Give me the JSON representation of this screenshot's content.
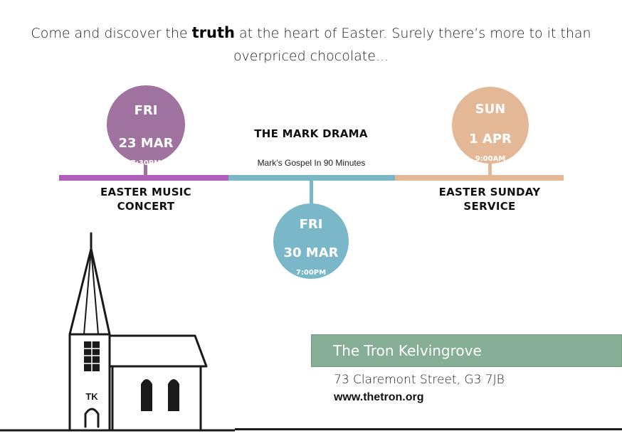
{
  "intro": {
    "before": "Come and discover the ",
    "highlight": "truth",
    "after": " at the heart of Easter. Surely there’s more to it than overpriced chocolate..."
  },
  "events": [
    {
      "day": "FRI",
      "date": "23 MAR",
      "time": "7:30PM",
      "title": "EASTER MUSIC CONCERT",
      "color": "#a0729f"
    },
    {
      "day": "FRI",
      "date": "30 MAR",
      "time": "7:00PM",
      "title": "THE MARK DRAMA",
      "subtitle": "Mark’s Gospel In 90 Minutes",
      "color": "#79b7c9"
    },
    {
      "day": "SUN",
      "date": "1 APR",
      "time": "9:00AM",
      "title": "EASTER SUNDAY SERVICE",
      "color": "#e4b796"
    }
  ],
  "church": {
    "label": "TK"
  },
  "venue": {
    "name": "The Tron Kelvingrove",
    "address": "73 Claremont Street, G3 7JB",
    "website": "www.thetron.org",
    "color": "#86ad95"
  }
}
